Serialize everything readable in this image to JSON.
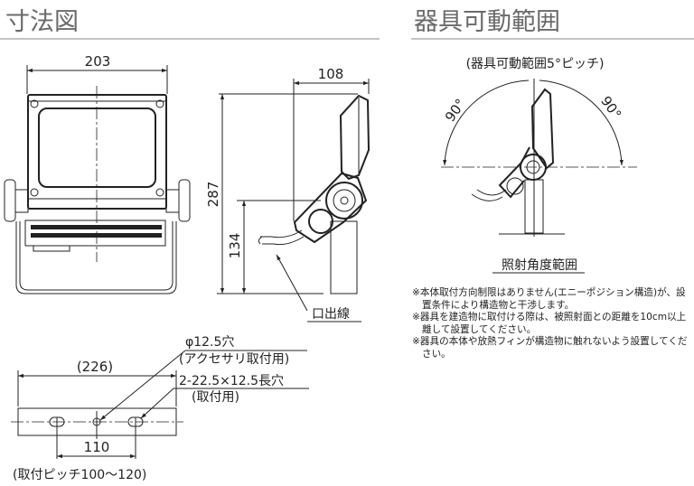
{
  "left_section": {
    "title": "寸法図",
    "dim_width": "203",
    "dim_depth": "108",
    "dim_height": "287",
    "dim_pivot_height": "134",
    "cable_label": "口出線",
    "bracket": {
      "dim_overall": "(226)",
      "hole_label": "φ12.5穴",
      "hole_note": "(アクセサリ取付用)",
      "slot_label": "2-22.5×12.5長穴",
      "slot_note": "(取付用)",
      "dim_pitch": "110",
      "pitch_note": "(取付ピッチ100～120)"
    }
  },
  "right_section": {
    "title": "器具可動範囲",
    "range_note": "(器具可動範囲5°ピッチ)",
    "angle_left": "90°",
    "angle_right": "90°",
    "caption": "照射角度範囲",
    "notes": [
      "※本体取付方向制限はありません(エニーポジション構造)が、設置条件により構造物と干渉します。",
      "※器具を建造物に取付ける際は、被照射面との距離を10cm以上離して設置してください。",
      "※器具の本体や放熱フィンが構造物に触れないよう設置してください。"
    ]
  }
}
